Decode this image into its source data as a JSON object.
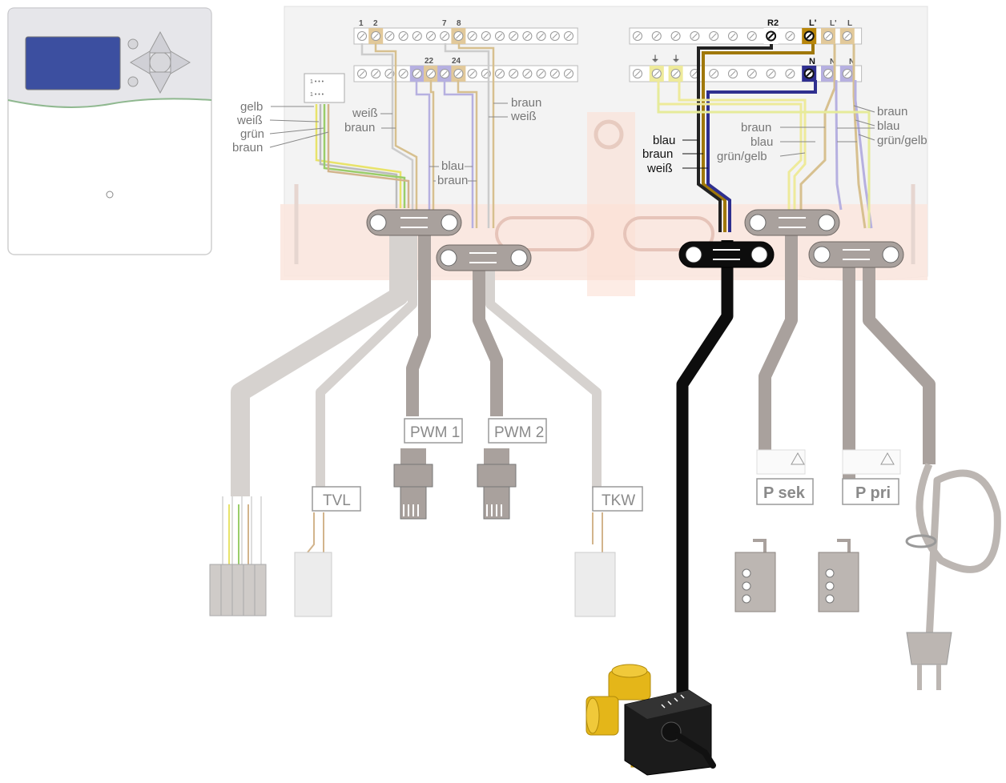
{
  "controller": {
    "connector_pins": "1 • • •"
  },
  "terminals": {
    "top_left_numbers": [
      "1",
      "2",
      "7",
      "8"
    ],
    "mid_left_numbers": [
      "22",
      "24"
    ],
    "top_right_labels": [
      "R2",
      "L'",
      "L'",
      "L"
    ],
    "mid_right_labels": [
      "N",
      "N",
      "N"
    ]
  },
  "wire_labels": {
    "left_group": [
      "gelb",
      "weiß",
      "grün",
      "braun"
    ],
    "tvl_pair": [
      "weiß",
      "braun"
    ],
    "tkw_pair": [
      "braun",
      "weiß"
    ],
    "pwm_pair": [
      "blau",
      "braun"
    ],
    "valve_cable": [
      "blau",
      "braun",
      "weiß"
    ],
    "pump_sek": [
      "braun",
      "blau",
      "grün/gelb"
    ],
    "pump_pri": [
      "braun",
      "blau",
      "grün/gelb"
    ]
  },
  "cable_tags": {
    "tvl": "TVL",
    "pwm1": "PWM 1",
    "pwm2": "PWM 2",
    "tkw": "TKW",
    "p_sek": "P sek",
    "p_pri": "P pri"
  },
  "colors": {
    "cable_grey": "#a9a19d",
    "cable_black": "#0d0d0d",
    "wire_brown": "#b8860b",
    "wire_blue": "#3a3a9a",
    "wire_yellow": "#e8e36a",
    "wire_green": "#9acd6a",
    "highlight_band": "#f6d9cf"
  }
}
